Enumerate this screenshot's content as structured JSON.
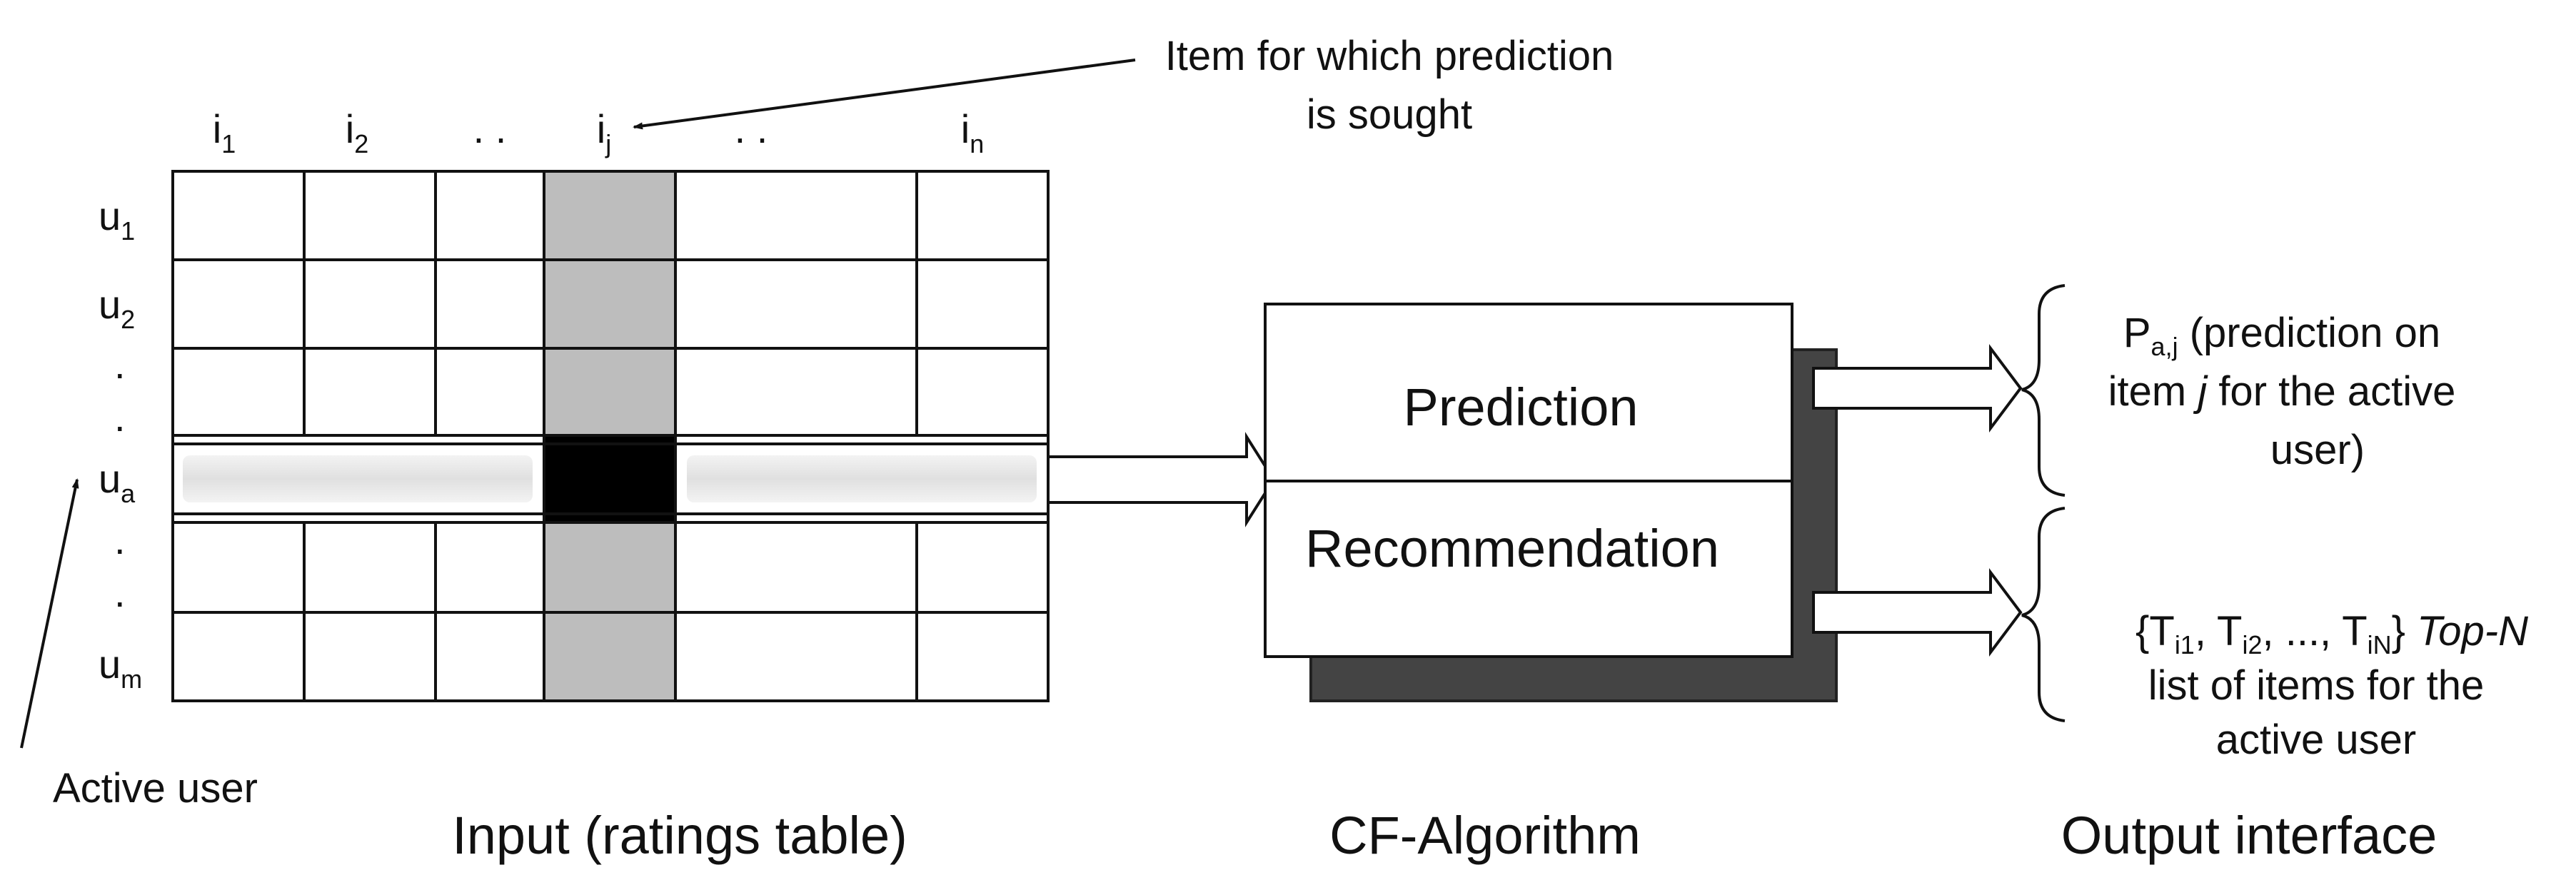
{
  "items": [
    {
      "base": "i",
      "sub": "1"
    },
    {
      "base": "i",
      "sub": "2"
    },
    {
      "base": ". .",
      "sub": ""
    },
    {
      "base": "i",
      "sub": "j"
    },
    {
      "base": ". .",
      "sub": ""
    },
    {
      "base": "i",
      "sub": "n"
    }
  ],
  "users": [
    {
      "base": "u",
      "sub": "1"
    },
    {
      "base": "u",
      "sub": "2"
    },
    {
      "base": ".",
      "sub": ""
    },
    {
      "base": ".",
      "sub": ""
    },
    {
      "base": "u",
      "sub": "a"
    },
    {
      "base": ".",
      "sub": ""
    },
    {
      "base": ".",
      "sub": ""
    },
    {
      "base": "u",
      "sub": "m"
    }
  ],
  "annotations": {
    "item_line1": "Item for which prediction",
    "item_line2": "is sought",
    "active_user": "Active user"
  },
  "algorithm": {
    "prediction": "Prediction",
    "recommendation": "Recommendation"
  },
  "outputs": {
    "prediction": {
      "p": "P",
      "p_sub": "a,j",
      "line1_rest": " (prediction on",
      "line2_pre": "item ",
      "line2_j": "j",
      "line2_post": " for the active",
      "line3": "user)"
    },
    "topn": {
      "open": "{T",
      "s1": "i1",
      "mid1": ", T",
      "s2": "i2",
      "mid2": ", ..., T",
      "s3": "iN",
      "close": "} ",
      "topn": "Top-N",
      "line2": "list of items for the",
      "line3": "active user"
    }
  },
  "captions": {
    "input": "Input (ratings table)",
    "algorithm": "CF-Algorithm",
    "output": "Output interface"
  }
}
